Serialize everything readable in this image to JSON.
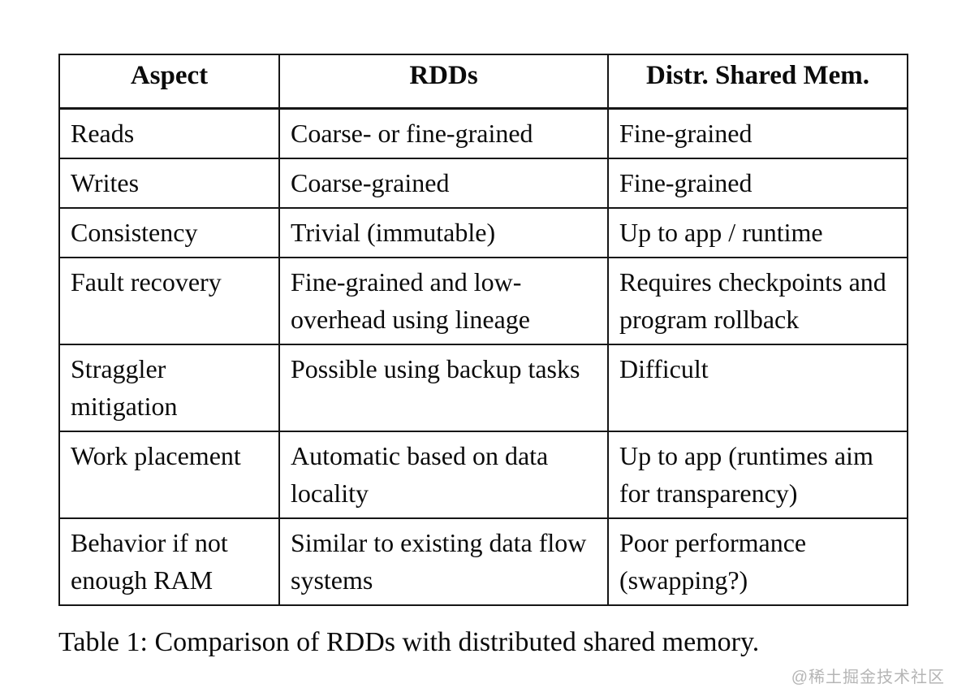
{
  "table": {
    "headers": [
      "Aspect",
      "RDDs",
      "Distr. Shared Mem."
    ],
    "rows": [
      {
        "aspect": "Reads",
        "rdds": "Coarse- or fine-grained",
        "dsm": "Fine-grained"
      },
      {
        "aspect": "Writes",
        "rdds": "Coarse-grained",
        "dsm": "Fine-grained"
      },
      {
        "aspect": "Consistency",
        "rdds": "Trivial (immutable)",
        "dsm": "Up to app / runtime"
      },
      {
        "aspect": "Fault recovery",
        "rdds": "Fine-grained and low-overhead using lineage",
        "dsm": "Requires checkpoints and program rollback"
      },
      {
        "aspect": "Straggler mitigation",
        "rdds": "Possible using backup tasks",
        "dsm": "Difficult"
      },
      {
        "aspect": "Work placement",
        "rdds": "Automatic based on data locality",
        "dsm": "Up to app (runtimes aim for transparency)"
      },
      {
        "aspect": "Behavior if not enough RAM",
        "rdds": "Similar to existing data flow systems",
        "dsm": "Poor performance (swapping?)"
      }
    ]
  },
  "caption": "Table 1: Comparison of RDDs with distributed shared memory.",
  "watermark": "@稀土掘金技术社区",
  "colors": {
    "background": "#ffffff",
    "text": "#0b0b0b",
    "border": "#161616",
    "watermark": "#b5b5b5"
  }
}
